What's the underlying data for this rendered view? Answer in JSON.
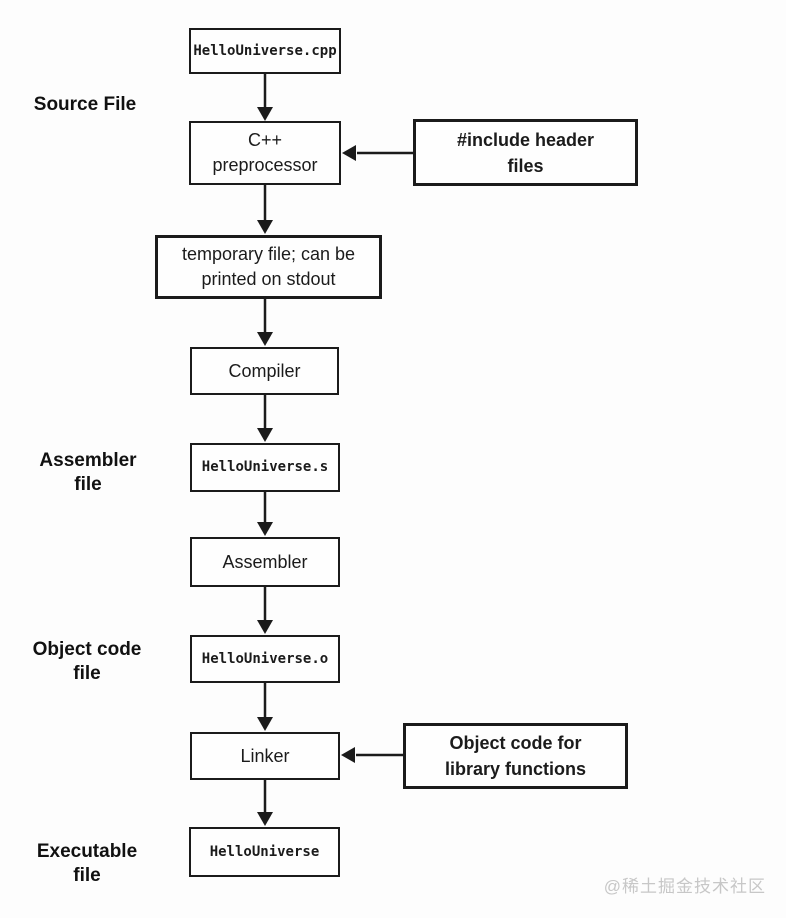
{
  "diagram": {
    "title_semantic": "C++ compilation process flowchart",
    "nodes": {
      "source_file": {
        "text": "HelloUniverse.cpp"
      },
      "preprocessor": {
        "line1": "C++",
        "line2": "preprocessor"
      },
      "include_headers": {
        "line1": "#include header",
        "line2": "files"
      },
      "temp_file": {
        "line1": "temporary file; can be",
        "line2": "printed on stdout"
      },
      "compiler": {
        "text": "Compiler"
      },
      "assembler_file": {
        "text": "HelloUniverse.s"
      },
      "assembler": {
        "text": "Assembler"
      },
      "object_file": {
        "text": "HelloUniverse.o"
      },
      "linker": {
        "text": "Linker"
      },
      "library_objects": {
        "line1": "Object code for",
        "line2": "library functions"
      },
      "executable": {
        "text": "HelloUniverse"
      }
    },
    "side_labels": {
      "source": {
        "line1": "Source File",
        "line2": ""
      },
      "assembler": {
        "line1": "Assembler",
        "line2": "file"
      },
      "object_code": {
        "line1": "Object code",
        "line2": "file"
      },
      "executable": {
        "line1": "Executable",
        "line2": "file"
      }
    }
  },
  "watermark": {
    "text": "@稀土掘金技术社区"
  },
  "colors": {
    "line": "#1b1b1b",
    "background": "#fdfdfd",
    "box_fill": "#fefefe",
    "watermark": "#c7c7c7"
  }
}
